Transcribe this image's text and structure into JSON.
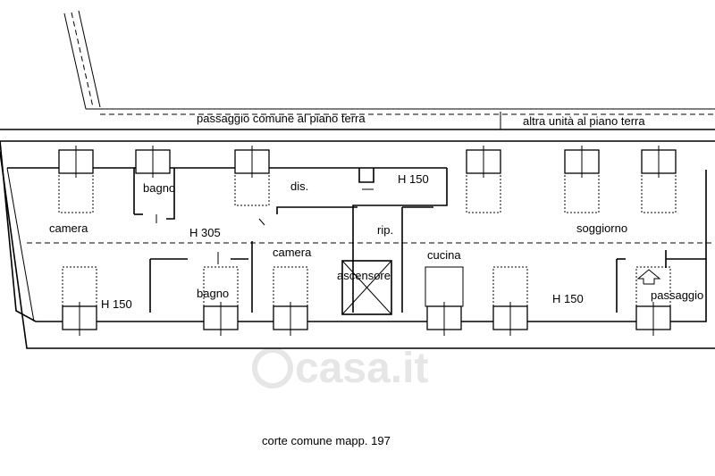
{
  "labels": {
    "top_common_passage": "passaggio comune al piano terra",
    "top_other_unit": "altra unità al piano terra",
    "bottom_common_court": "corte comune mapp. 197"
  },
  "rooms": {
    "camera_left": "camera",
    "bagno_top": "bagno",
    "dis": "dis.",
    "h150_top": "H 150",
    "h305": "H 305",
    "rip": "rip.",
    "soggiorno": "soggiorno",
    "camera_center": "camera",
    "cucina": "cucina",
    "ascensore": "ascensore",
    "h150_left": "H 150",
    "bagno_bottom": "bagno",
    "h150_right": "H 150",
    "passaggio": "passaggio"
  },
  "watermark": "casa.it",
  "colors": {
    "line": "#000000",
    "background": "#ffffff",
    "watermark": "#e6e6e6"
  }
}
